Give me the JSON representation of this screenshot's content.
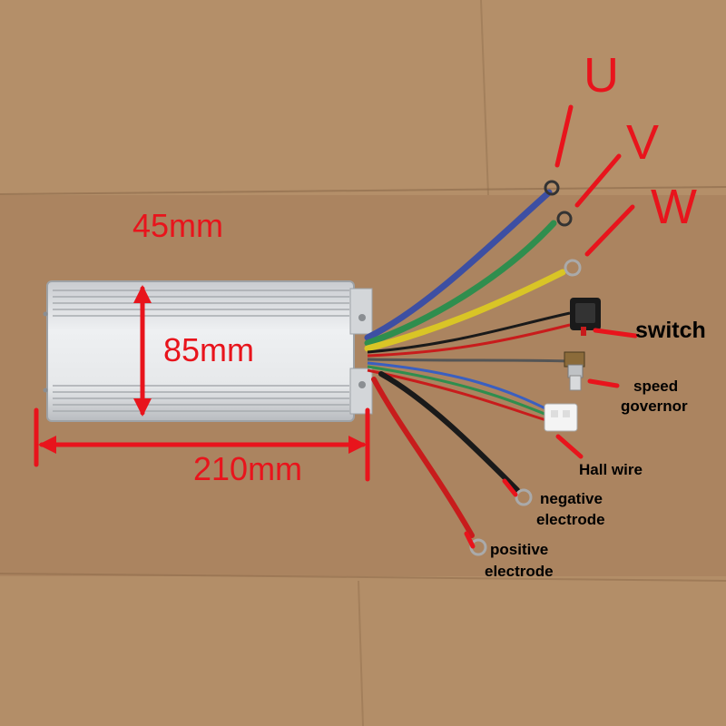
{
  "dimensions": {
    "height": "45mm",
    "width": "85mm",
    "length": "210mm"
  },
  "phases": [
    "U",
    "V",
    "W"
  ],
  "parts": {
    "switch": "switch",
    "speed_governor_line1": "speed",
    "speed_governor_line2": "governor",
    "hall_wire": "Hall wire",
    "negative_line1": "negative",
    "negative_line2": "electrode",
    "positive_line1": "positive",
    "positive_line2": "electrode"
  },
  "colors": {
    "annotation": "#e8141c",
    "cardboard": "#b08a63",
    "controller_body": "#dcdee0",
    "wire_blue": "#3d4fa3",
    "wire_green": "#2f8e4e",
    "wire_yellow": "#d9c526",
    "wire_red": "#c81c1c",
    "wire_black": "#1a1a1a"
  }
}
